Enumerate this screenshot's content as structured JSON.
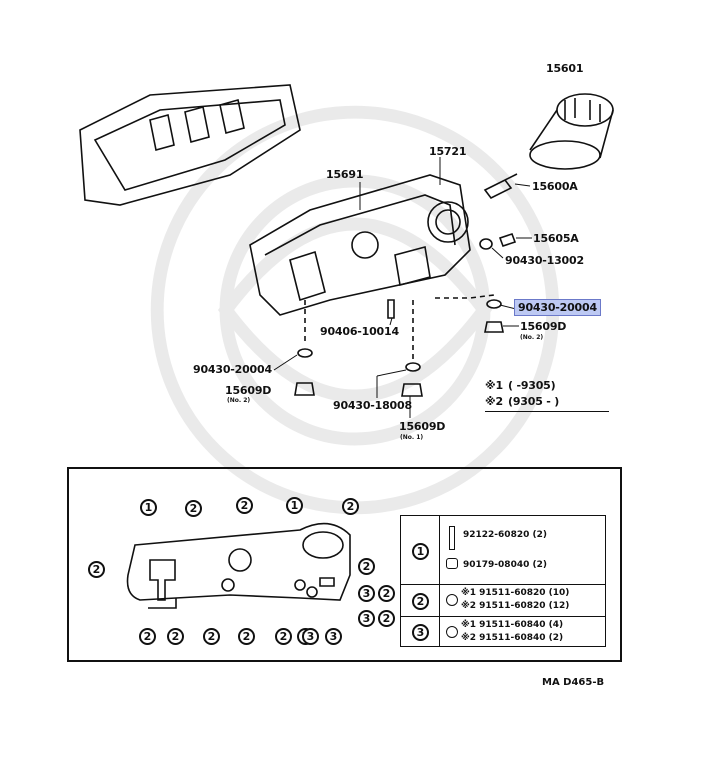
{
  "parts": {
    "p15601": "15601",
    "p15600A": "15600A",
    "p15605A": "15605A",
    "p90430_13002": "90430-13002",
    "p90430_20004_hl": "90430-20004",
    "p15609D_right": "15609D",
    "p15609D_right_note": "(No. 2)",
    "p15721": "15721",
    "p15691": "15691",
    "p90406_10014": "90406-10014",
    "p90430_20004_left": "90430-20004",
    "p15609D_left": "15609D",
    "p15609D_left_note": "(No. 2)",
    "p90430_18008": "90430-18008",
    "p15609D_bottom": "15609D",
    "p15609D_bottom_note": "(No. 1)"
  },
  "notes": {
    "n1_label": "※1",
    "n1_range": "(        -9305)",
    "n2_label": "※2",
    "n2_range": "(9305 -        )"
  },
  "callouts": {
    "c1": "1",
    "c2": "2",
    "c3": "3"
  },
  "bolt_table": {
    "row1_id": "1",
    "row1_a": "92122-60820 (2)",
    "row1_b": "90179-08040 (2)",
    "row2_id": "2",
    "row2_a": "※1 91511-60820 (10)",
    "row2_b": "※2 91511-60820 (12)",
    "row3_id": "3",
    "row3_a": "※1 91511-60840 (4)",
    "row3_b": "※2 91511-60840 (2)"
  },
  "figure_ref": "MA D465-B",
  "colors": {
    "highlight": "#bdc9f3",
    "highlight_border": "#6b79c9",
    "ink": "#111111"
  }
}
